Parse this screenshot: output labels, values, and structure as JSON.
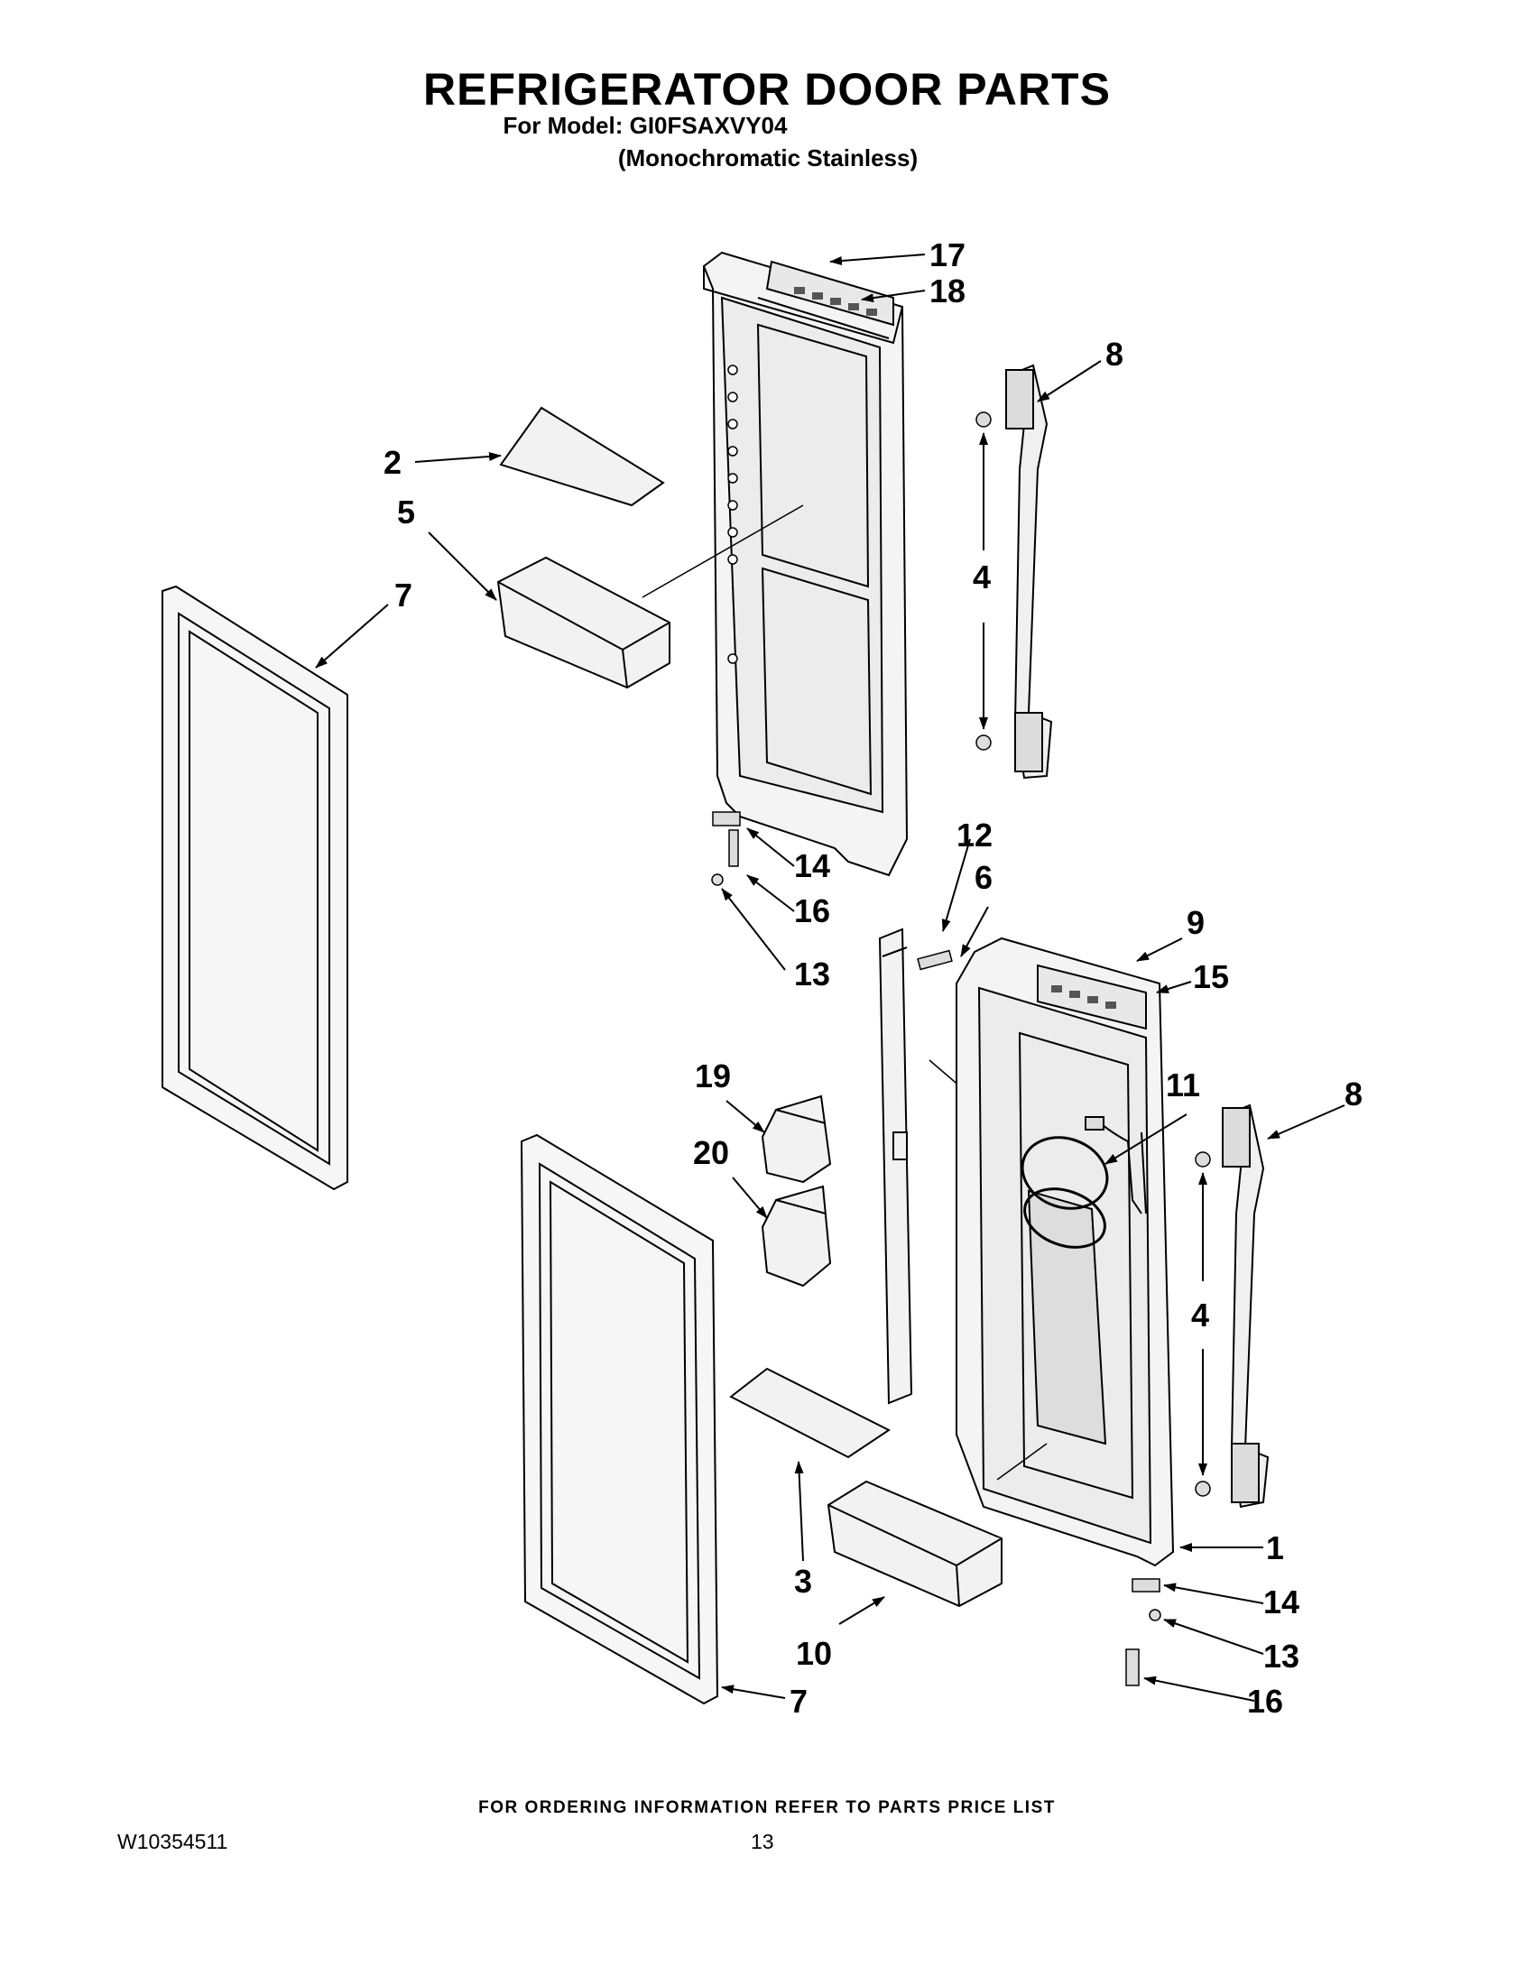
{
  "header": {
    "title": "REFRIGERATOR DOOR PARTS",
    "model_line": "For Model: GI0FSAXVY04",
    "finish_line": "(Monochromatic Stainless)"
  },
  "callouts": [
    "17",
    "18",
    "8",
    "2",
    "5",
    "7",
    "4",
    "12",
    "6",
    "14",
    "16",
    "13",
    "9",
    "15",
    "19",
    "20",
    "11",
    "8",
    "4",
    "3",
    "1",
    "14",
    "13",
    "10",
    "7",
    "16"
  ],
  "footer": {
    "ordering_note": "FOR ORDERING INFORMATION REFER TO PARTS PRICE LIST",
    "document_number": "W10354511",
    "page_number": "13"
  }
}
